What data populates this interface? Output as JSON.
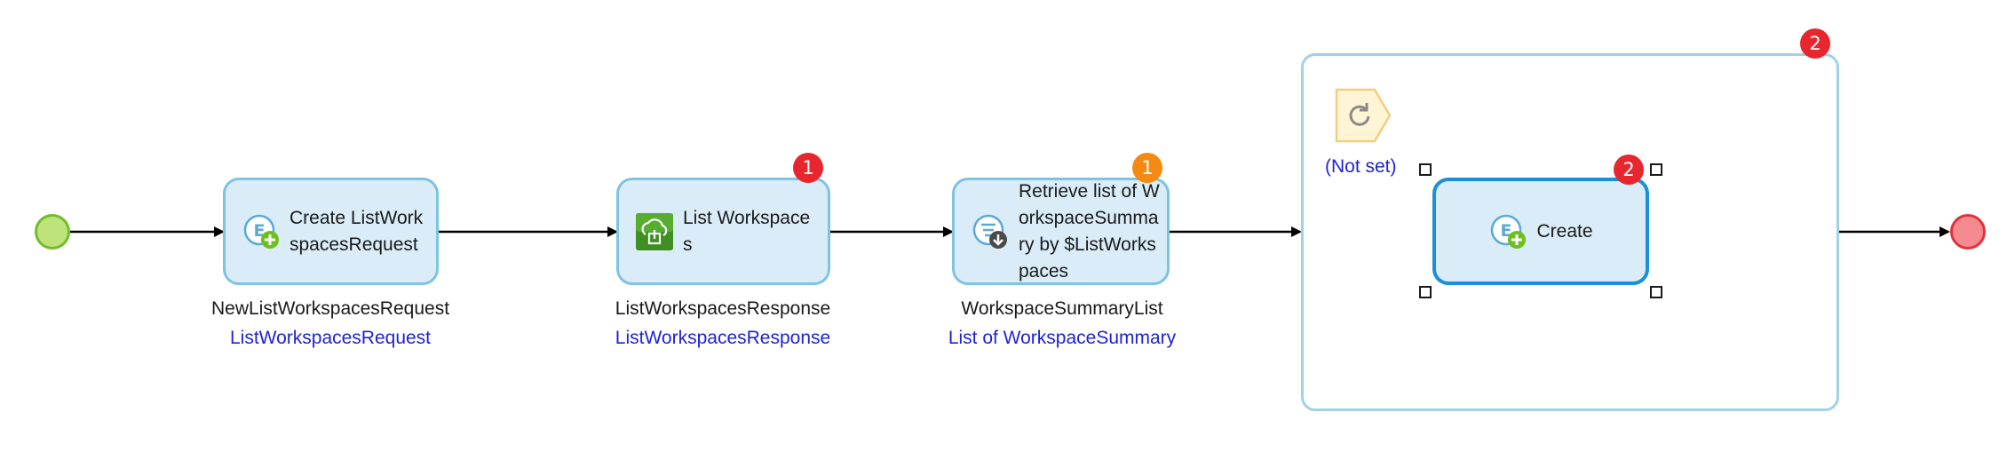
{
  "start_event": {
    "label": ""
  },
  "end_event": {
    "label": ""
  },
  "activities": [
    {
      "id": "create-request",
      "label": "Create ListWorkspacesRequest",
      "icon": "create-object-icon",
      "output_name": "NewListWorkspacesRequest",
      "output_type": "ListWorkspacesRequest",
      "badge": ""
    },
    {
      "id": "list-workspaces",
      "label": "List Workspaces",
      "icon": "aws-cloud-action-icon",
      "output_name": "ListWorkspacesResponse",
      "output_type": "ListWorkspacesResponse",
      "badge": "1"
    },
    {
      "id": "retrieve-list",
      "label": "Retrieve list of WorkspaceSummary by $ListWorkspaces",
      "icon": "retrieve-list-icon",
      "output_name": "WorkspaceSummaryList",
      "output_type": "List of WorkspaceSummary",
      "badge": "1"
    }
  ],
  "loop": {
    "badge": "2",
    "iterator_icon": "loop-iterator-icon",
    "iterator_label": "(Not set)",
    "inner_activity": {
      "label": "Create",
      "icon": "create-object-icon",
      "badge": "2",
      "selected": true
    }
  },
  "colors": {
    "activity_fill": "#d9ecf8",
    "activity_border": "#7ec3e0",
    "selected_border": "#1b8fd8",
    "loop_border": "#9fd2e4",
    "start_fill": "#bde37a",
    "start_border": "#72bd2c",
    "end_fill": "#f28a8f",
    "end_border": "#e3323f",
    "error_badge": "#e8262d",
    "warning_badge": "#f58a12",
    "type_text": "#1f23d6",
    "create_plus": "#6cc01b",
    "aws_green": "#3f8f22"
  }
}
